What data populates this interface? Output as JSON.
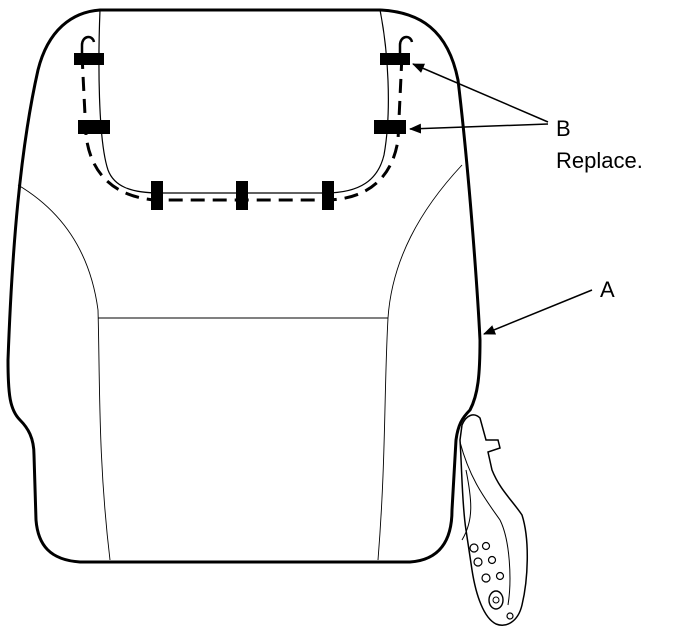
{
  "callouts": {
    "a": {
      "letter": "A"
    },
    "b": {
      "letter": "B",
      "note": "Replace."
    }
  }
}
